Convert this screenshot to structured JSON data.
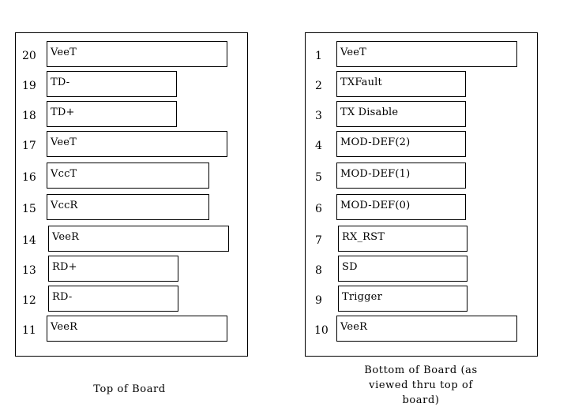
{
  "top_board": {
    "caption": "Top of Board",
    "pins": [
      {
        "number": "20",
        "label": "VeeT"
      },
      {
        "number": "19",
        "label": "TD-"
      },
      {
        "number": "18",
        "label": "TD+"
      },
      {
        "number": "17",
        "label": "VeeT"
      },
      {
        "number": "16",
        "label": "VccT"
      },
      {
        "number": "15",
        "label": "VccR"
      },
      {
        "number": "14",
        "label": "VeeR"
      },
      {
        "number": "13",
        "label": "RD+"
      },
      {
        "number": "12",
        "label": "RD-"
      },
      {
        "number": "11",
        "label": "VeeR"
      }
    ]
  },
  "bottom_board": {
    "caption": "Bottom of Board (as\nviewed thru top of\nboard)",
    "pins": [
      {
        "number": "1",
        "label": "VeeT"
      },
      {
        "number": "2",
        "label": "TXFault"
      },
      {
        "number": "3",
        "label": "TX Disable"
      },
      {
        "number": "4",
        "label": "MOD-DEF(2)"
      },
      {
        "number": "5",
        "label": "MOD-DEF(1)"
      },
      {
        "number": "6",
        "label": "MOD-DEF(0)"
      },
      {
        "number": "7",
        "label": "RX_RST"
      },
      {
        "number": "8",
        "label": "SD"
      },
      {
        "number": "9",
        "label": "Trigger"
      },
      {
        "number": "10",
        "label": "VeeR"
      }
    ]
  }
}
